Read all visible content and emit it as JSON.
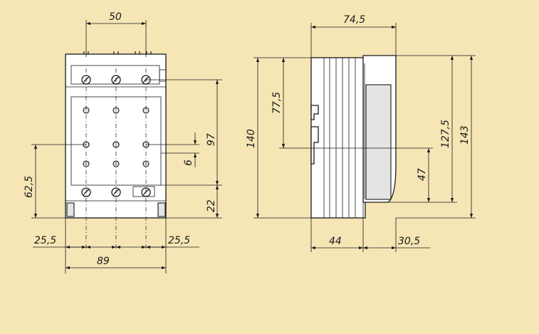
{
  "colors": {
    "background": "#f6e6b6",
    "line": "#1a1a1a",
    "body": "#ffffff"
  },
  "front_view": {
    "width_top": "50",
    "height": "97",
    "offset_small": "6",
    "bottom": "22",
    "left_height": "62,5",
    "margin_left": "25,5",
    "margin_right": "25,5",
    "total_width": "89"
  },
  "side_view": {
    "depth_total": "74,5",
    "height_140": "140",
    "height_77": "77,5",
    "height_127": "127,5",
    "height_143": "143",
    "height_47": "47",
    "depth_44": "44",
    "depth_30": "30,5"
  }
}
